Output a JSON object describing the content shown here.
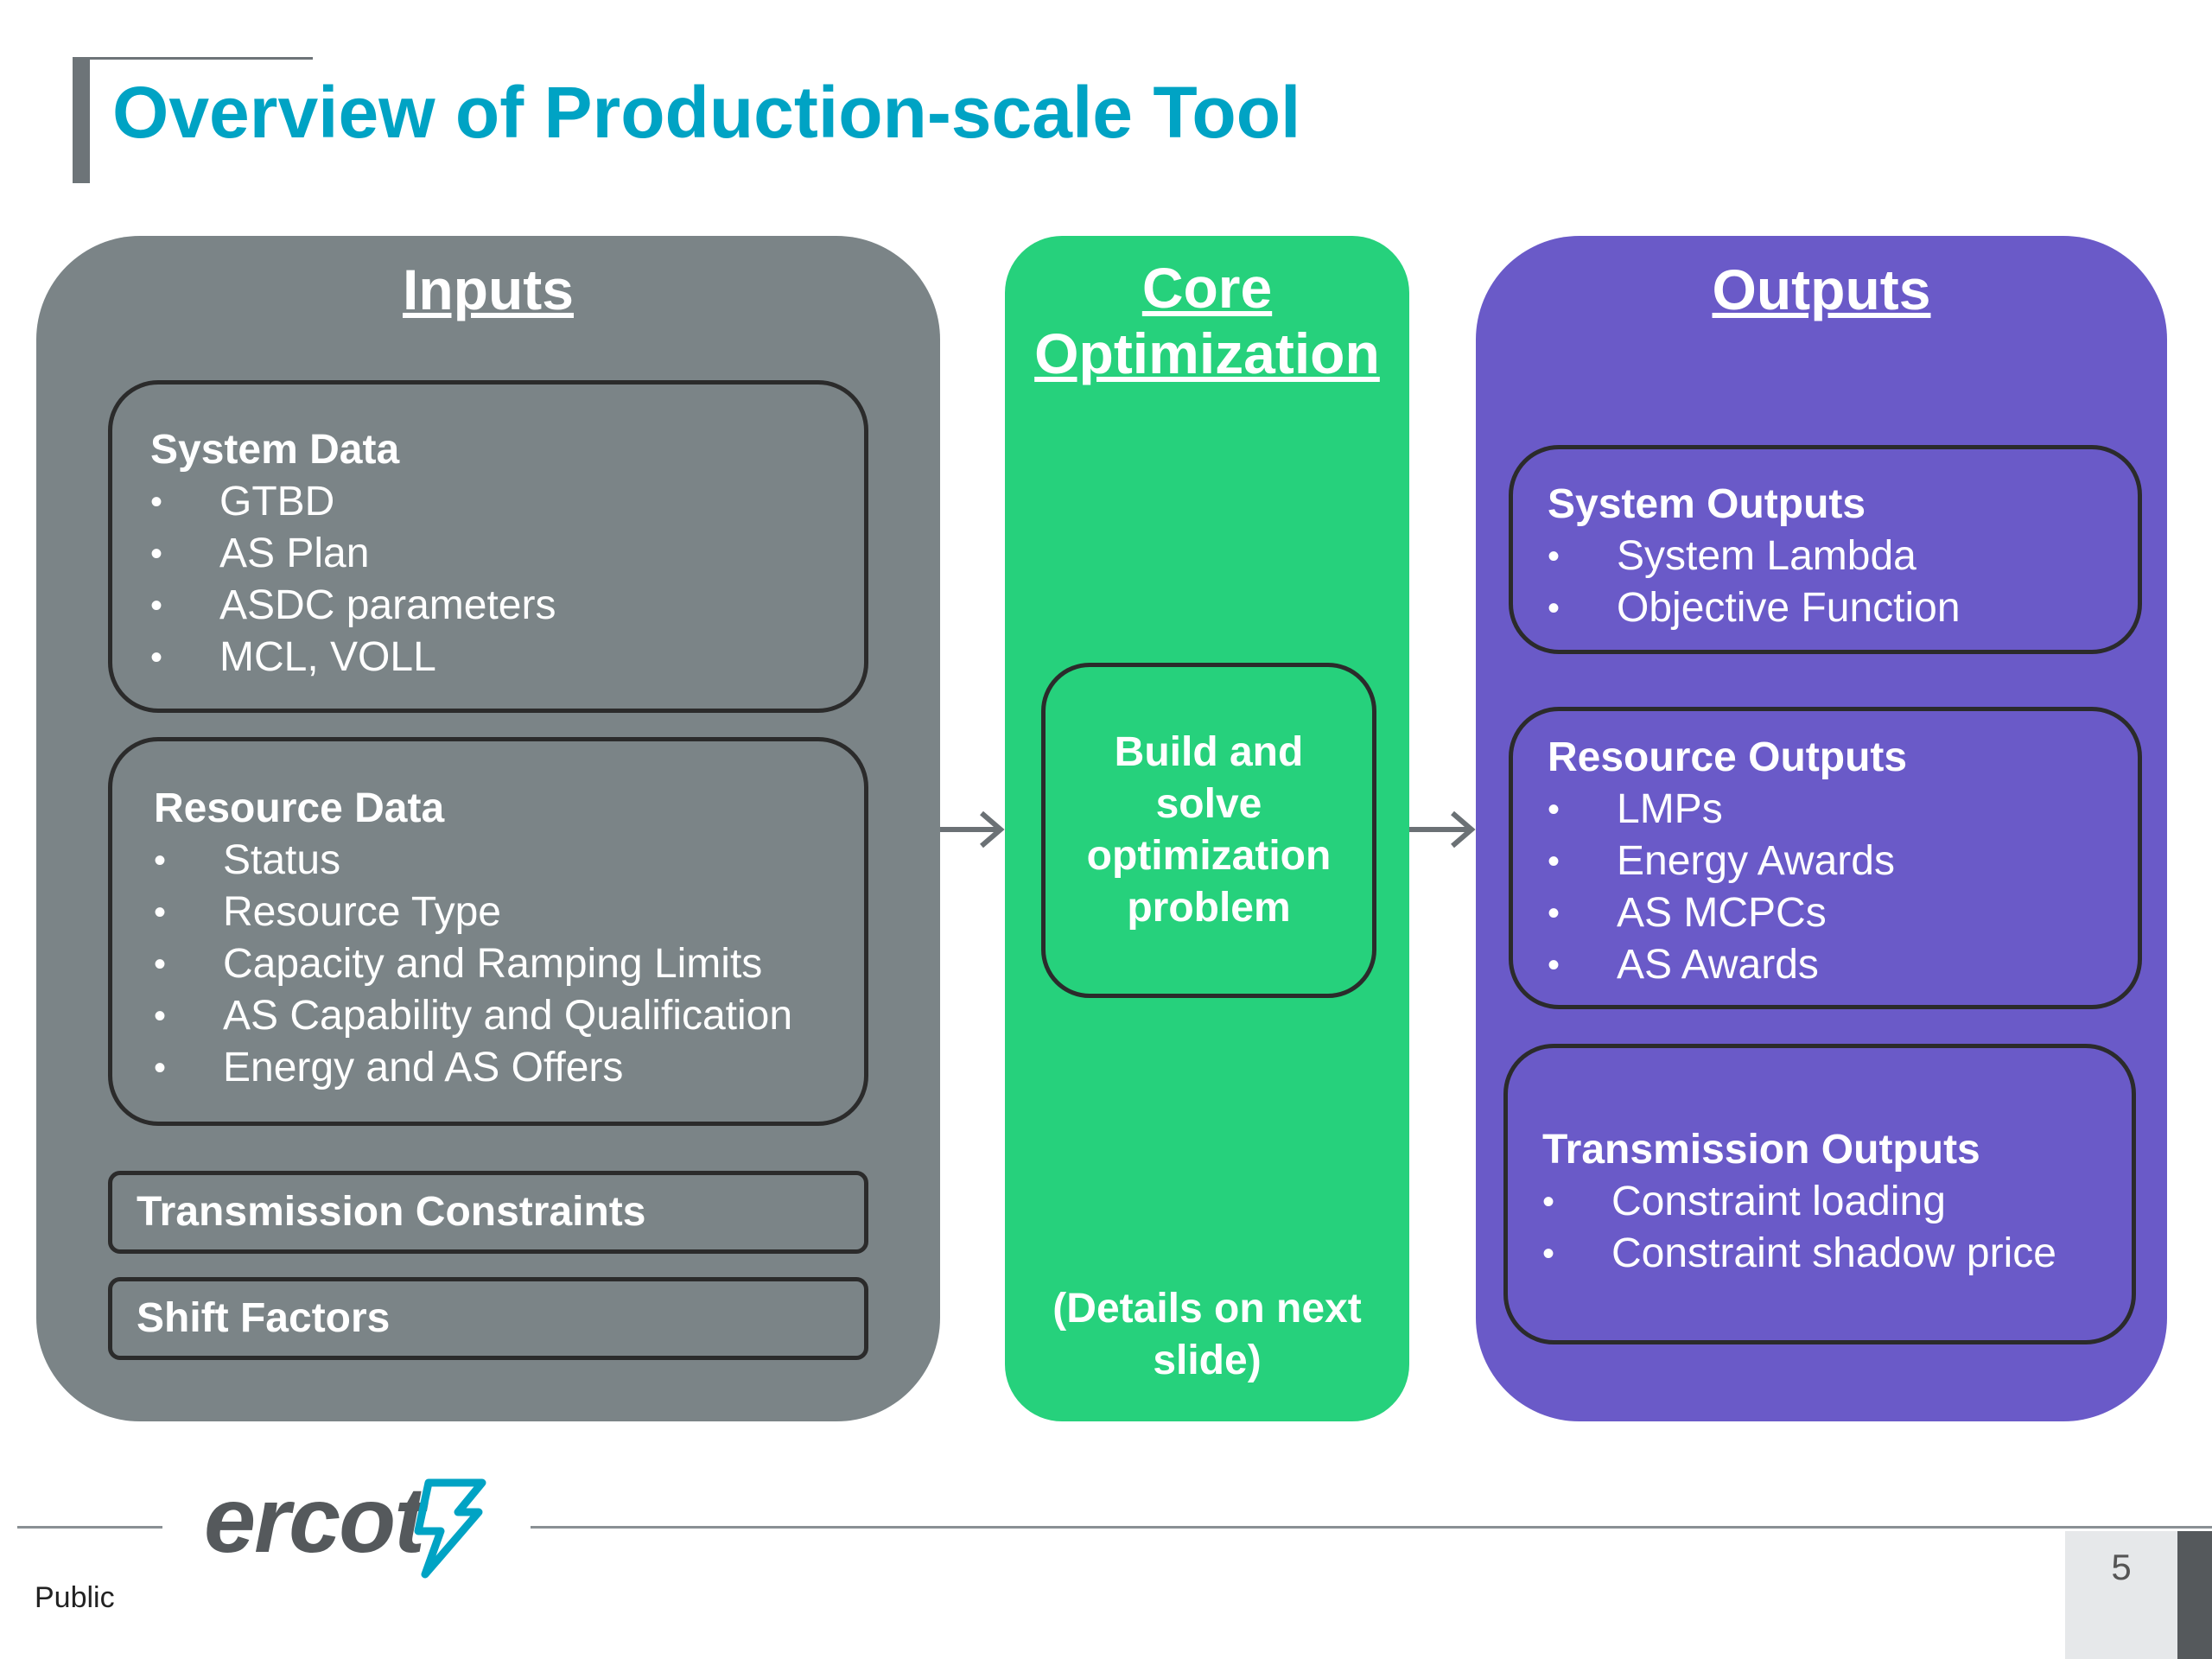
{
  "title": "Overview of Production-scale Tool",
  "inputs": {
    "title": "Inputs",
    "system_data": {
      "heading": "System Data",
      "items": [
        "GTBD",
        "AS Plan",
        "ASDC parameters",
        "MCL, VOLL"
      ]
    },
    "resource_data": {
      "heading": "Resource Data",
      "items": [
        "Status",
        "Resource Type",
        "Capacity and Ramping Limits",
        "AS Capability and Qualification",
        "Energy and AS Offers"
      ]
    },
    "transmission_constraints": "Transmission Constraints",
    "shift_factors": "Shift Factors"
  },
  "core": {
    "title_line1": "Core",
    "title_line2": "Optimization",
    "box_lines": [
      "Build and",
      "solve",
      "optimization",
      "problem"
    ],
    "note_line1": "(Details on next",
    "note_line2": "slide)"
  },
  "outputs": {
    "title": "Outputs",
    "system_outputs": {
      "heading": "System Outputs",
      "items": [
        "System Lambda",
        "Objective Function"
      ]
    },
    "resource_outputs": {
      "heading": "Resource Outputs",
      "items": [
        "LMPs",
        "Energy Awards",
        "AS MCPCs",
        "AS Awards"
      ]
    },
    "transmission_outputs": {
      "heading": "Transmission Outputs",
      "items": [
        "Constraint loading",
        "Constraint shadow price"
      ]
    }
  },
  "footer": {
    "logo": "ercot",
    "classification": "Public",
    "page_number": "5"
  },
  "colors": {
    "title": "#00a3c4",
    "inputs_panel": "#7b8487",
    "core_panel": "#26d17c",
    "outputs_panel": "#6a5ac8"
  }
}
